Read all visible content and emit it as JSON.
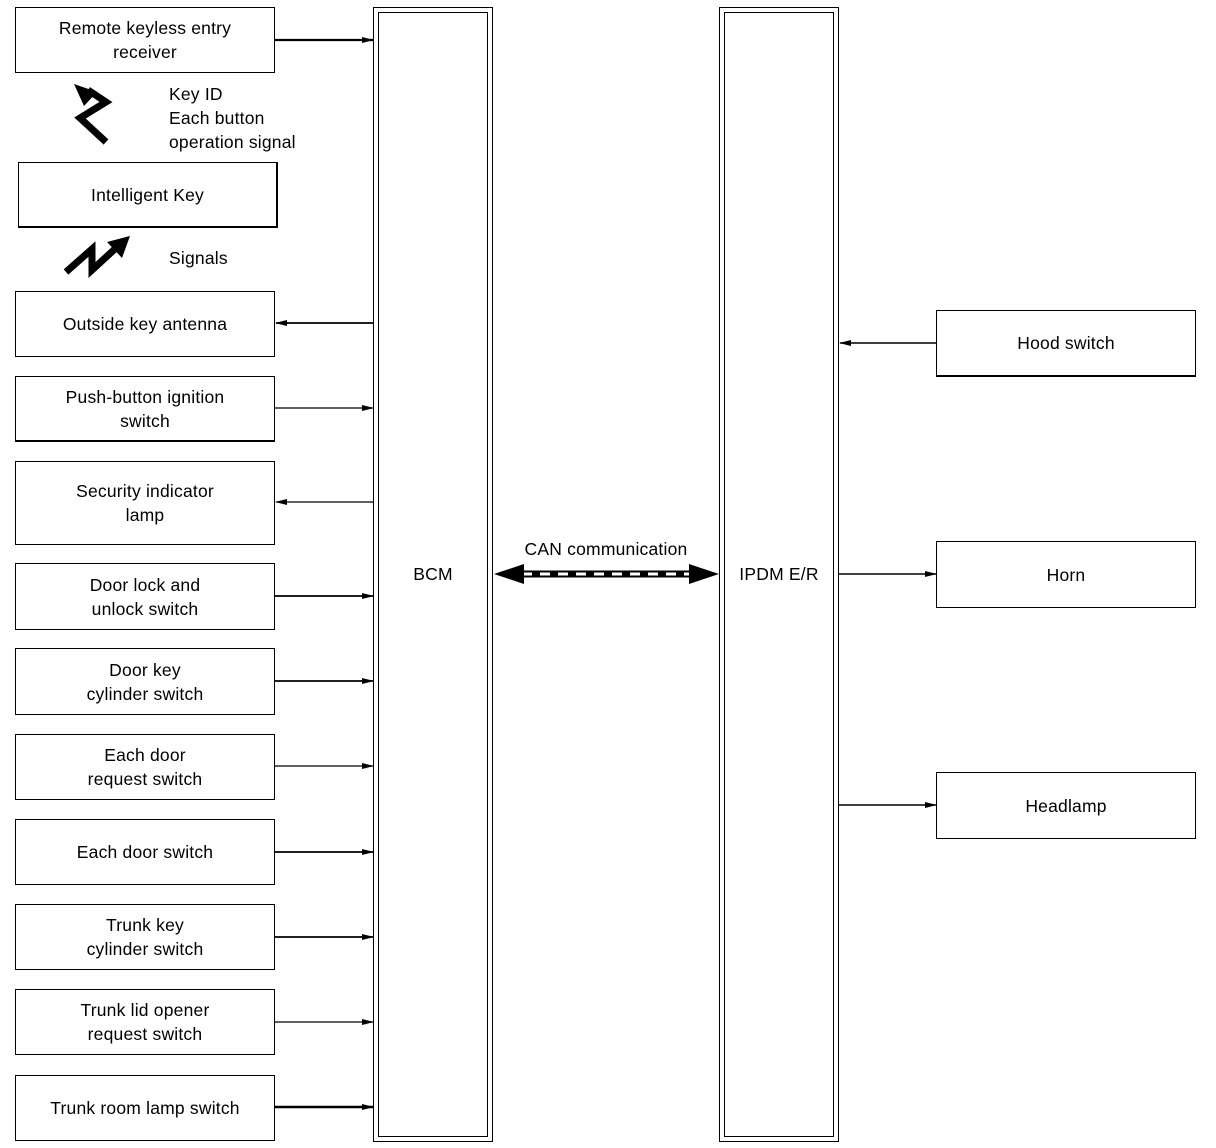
{
  "inputs": {
    "remote_keyless": "Remote keyless entry\nreceiver",
    "intelligent_key": "Intelligent Key",
    "outside_key_antenna": "Outside key antenna",
    "push_button": "Push-button ignition\nswitch",
    "security_lamp": "Security indicator\nlamp",
    "door_lock_switch": "Door lock and\nunlock switch",
    "door_key_cylinder": "Door key\ncylinder switch",
    "door_request_switch": "Each door\nrequest switch",
    "door_switch": "Each door switch",
    "trunk_key_cylinder": "Trunk key\ncylinder switch",
    "trunk_opener_switch": "Trunk lid opener\nrequest switch",
    "trunk_room_lamp": "Trunk room lamp switch"
  },
  "signals": {
    "key_id": "Key ID\nEach button\noperation signal",
    "signals": "Signals"
  },
  "bcm": {
    "label": "BCM"
  },
  "ipdm": {
    "label": "IPDM E/R"
  },
  "can": {
    "label": "CAN communication"
  },
  "outputs": {
    "hood_switch": "Hood switch",
    "horn": "Horn",
    "headlamp": "Headlamp"
  }
}
